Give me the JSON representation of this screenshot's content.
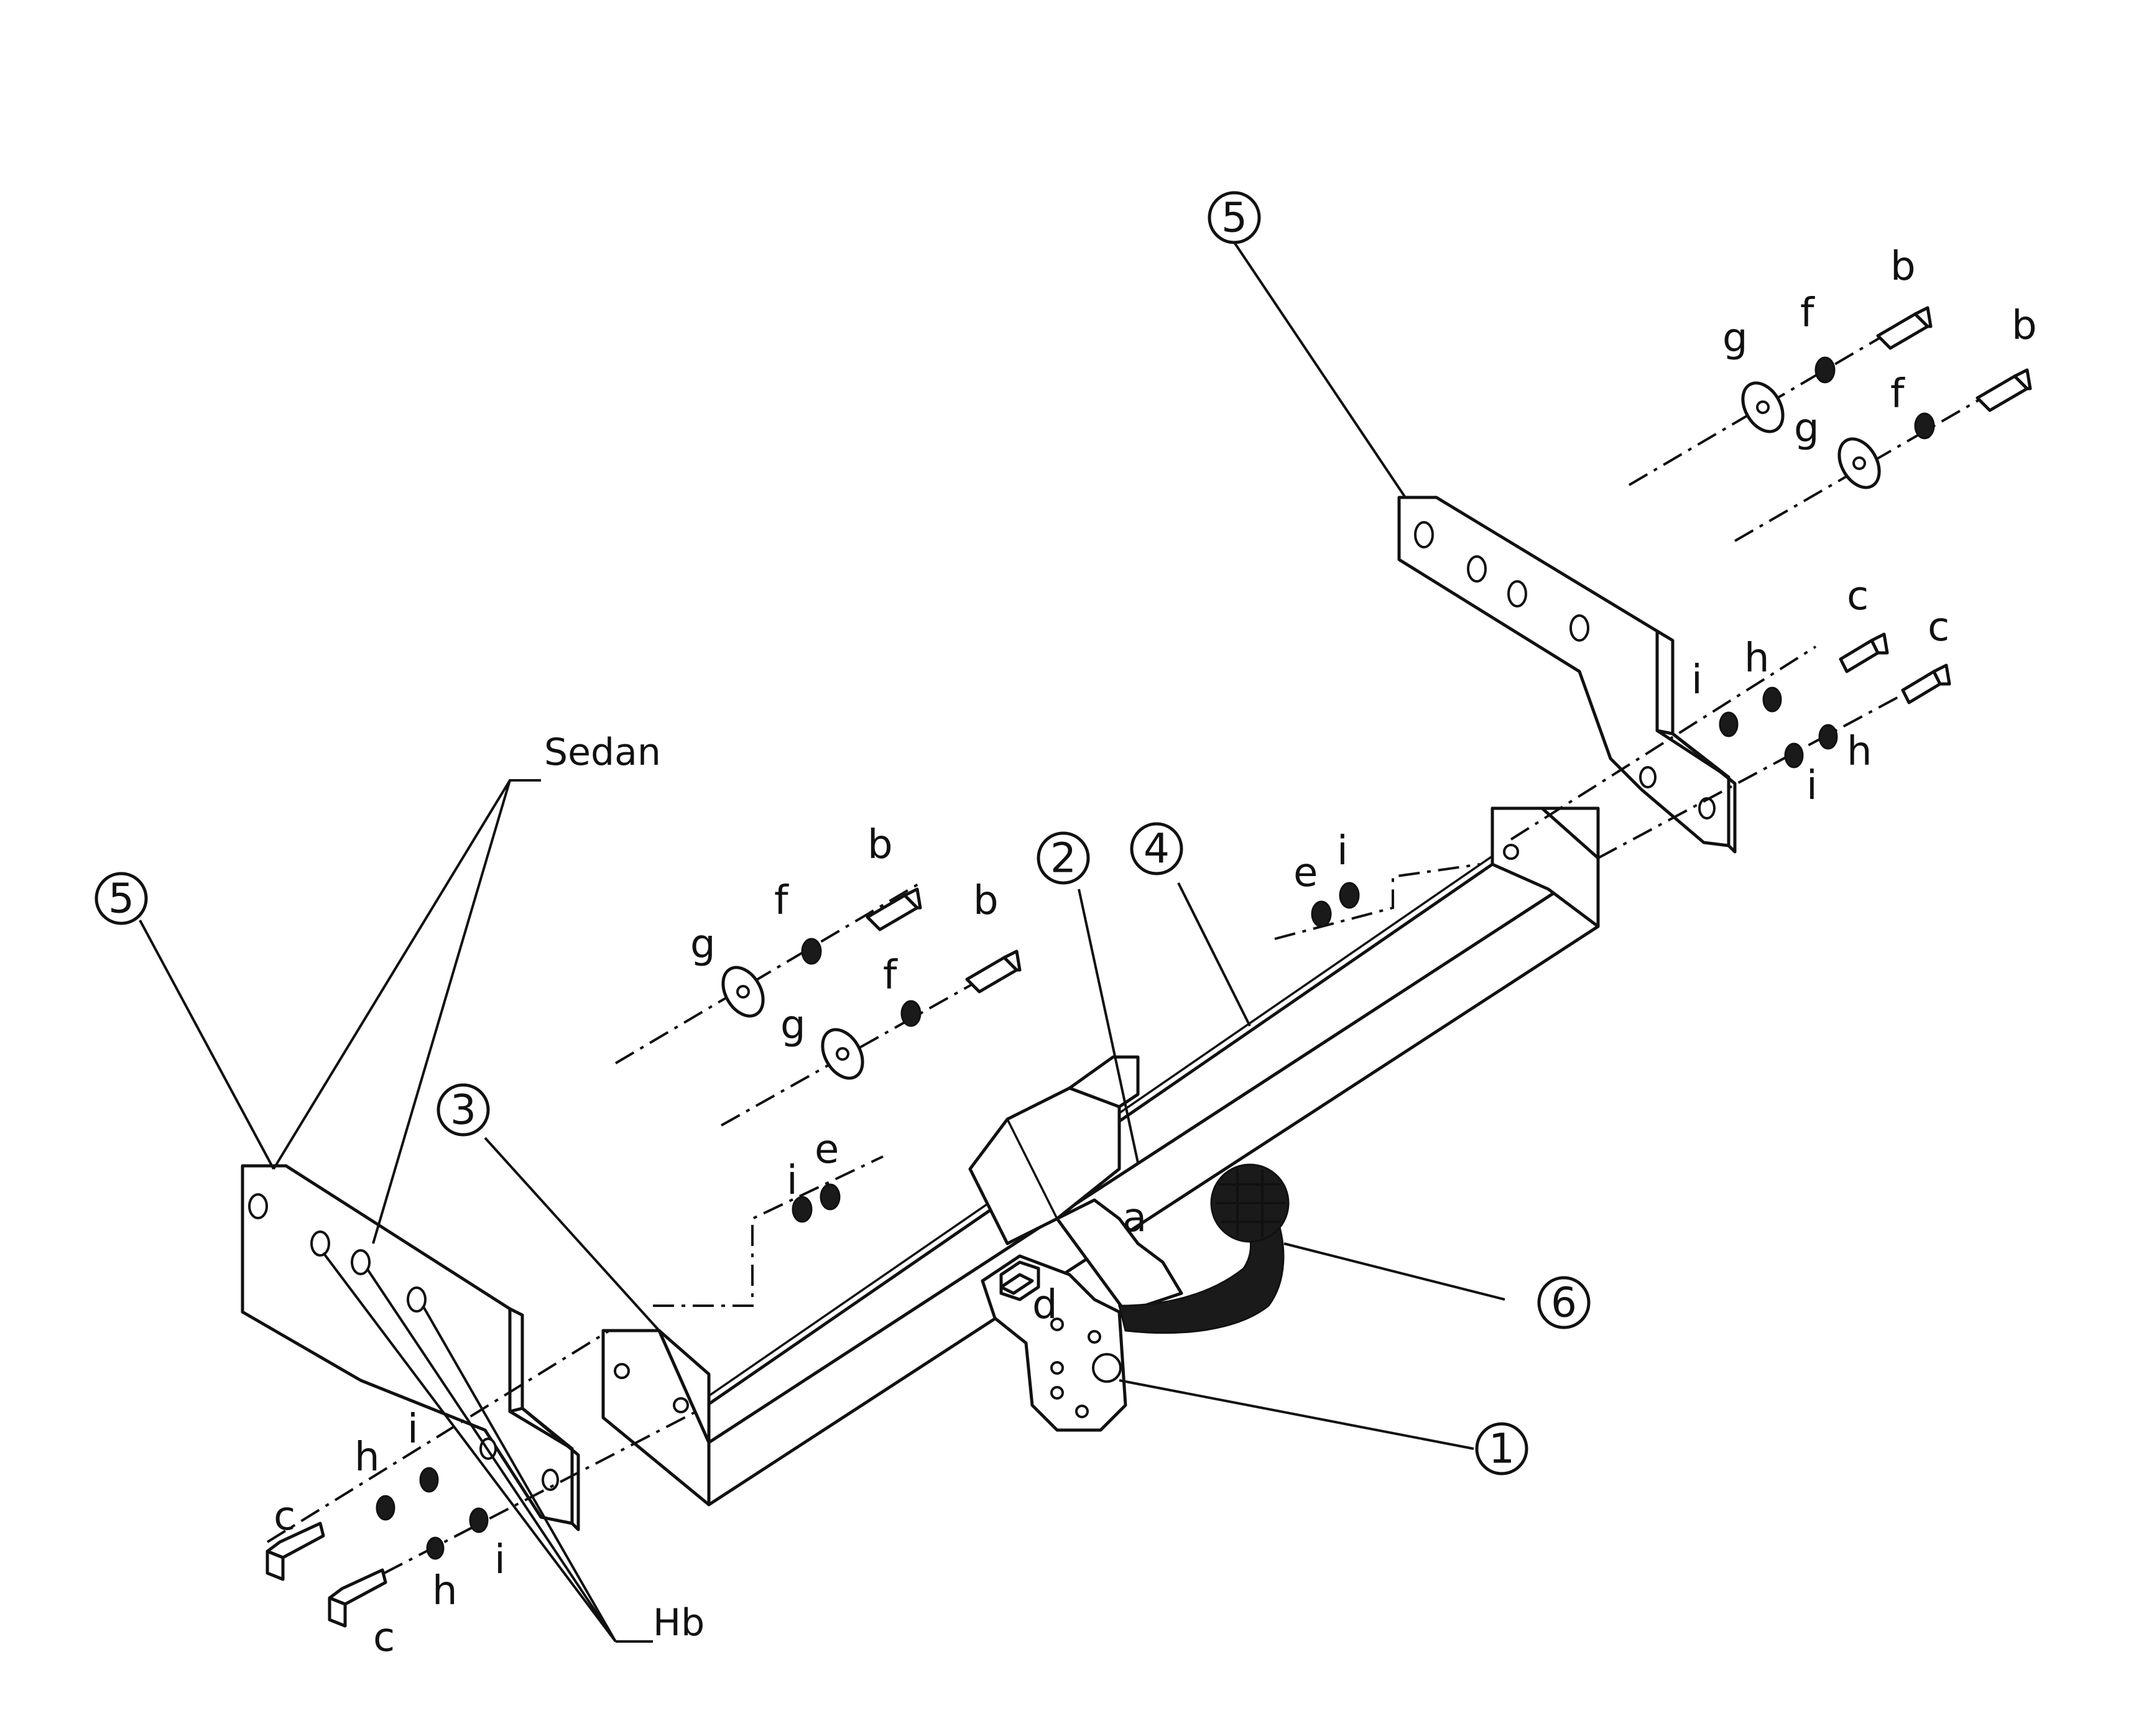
{
  "callouts": {
    "part_1": "1",
    "part_2": "2",
    "part_3": "3",
    "part_4": "4",
    "part_5_left": "5",
    "part_5_right": "5",
    "part_6": "6"
  },
  "notes": {
    "sedan": "Sedan",
    "hb": "Hb"
  },
  "hardware": {
    "a": "a",
    "b": "b",
    "c": "c",
    "d": "d",
    "e": "e",
    "f": "f",
    "g": "g",
    "h": "h",
    "i": "i"
  }
}
